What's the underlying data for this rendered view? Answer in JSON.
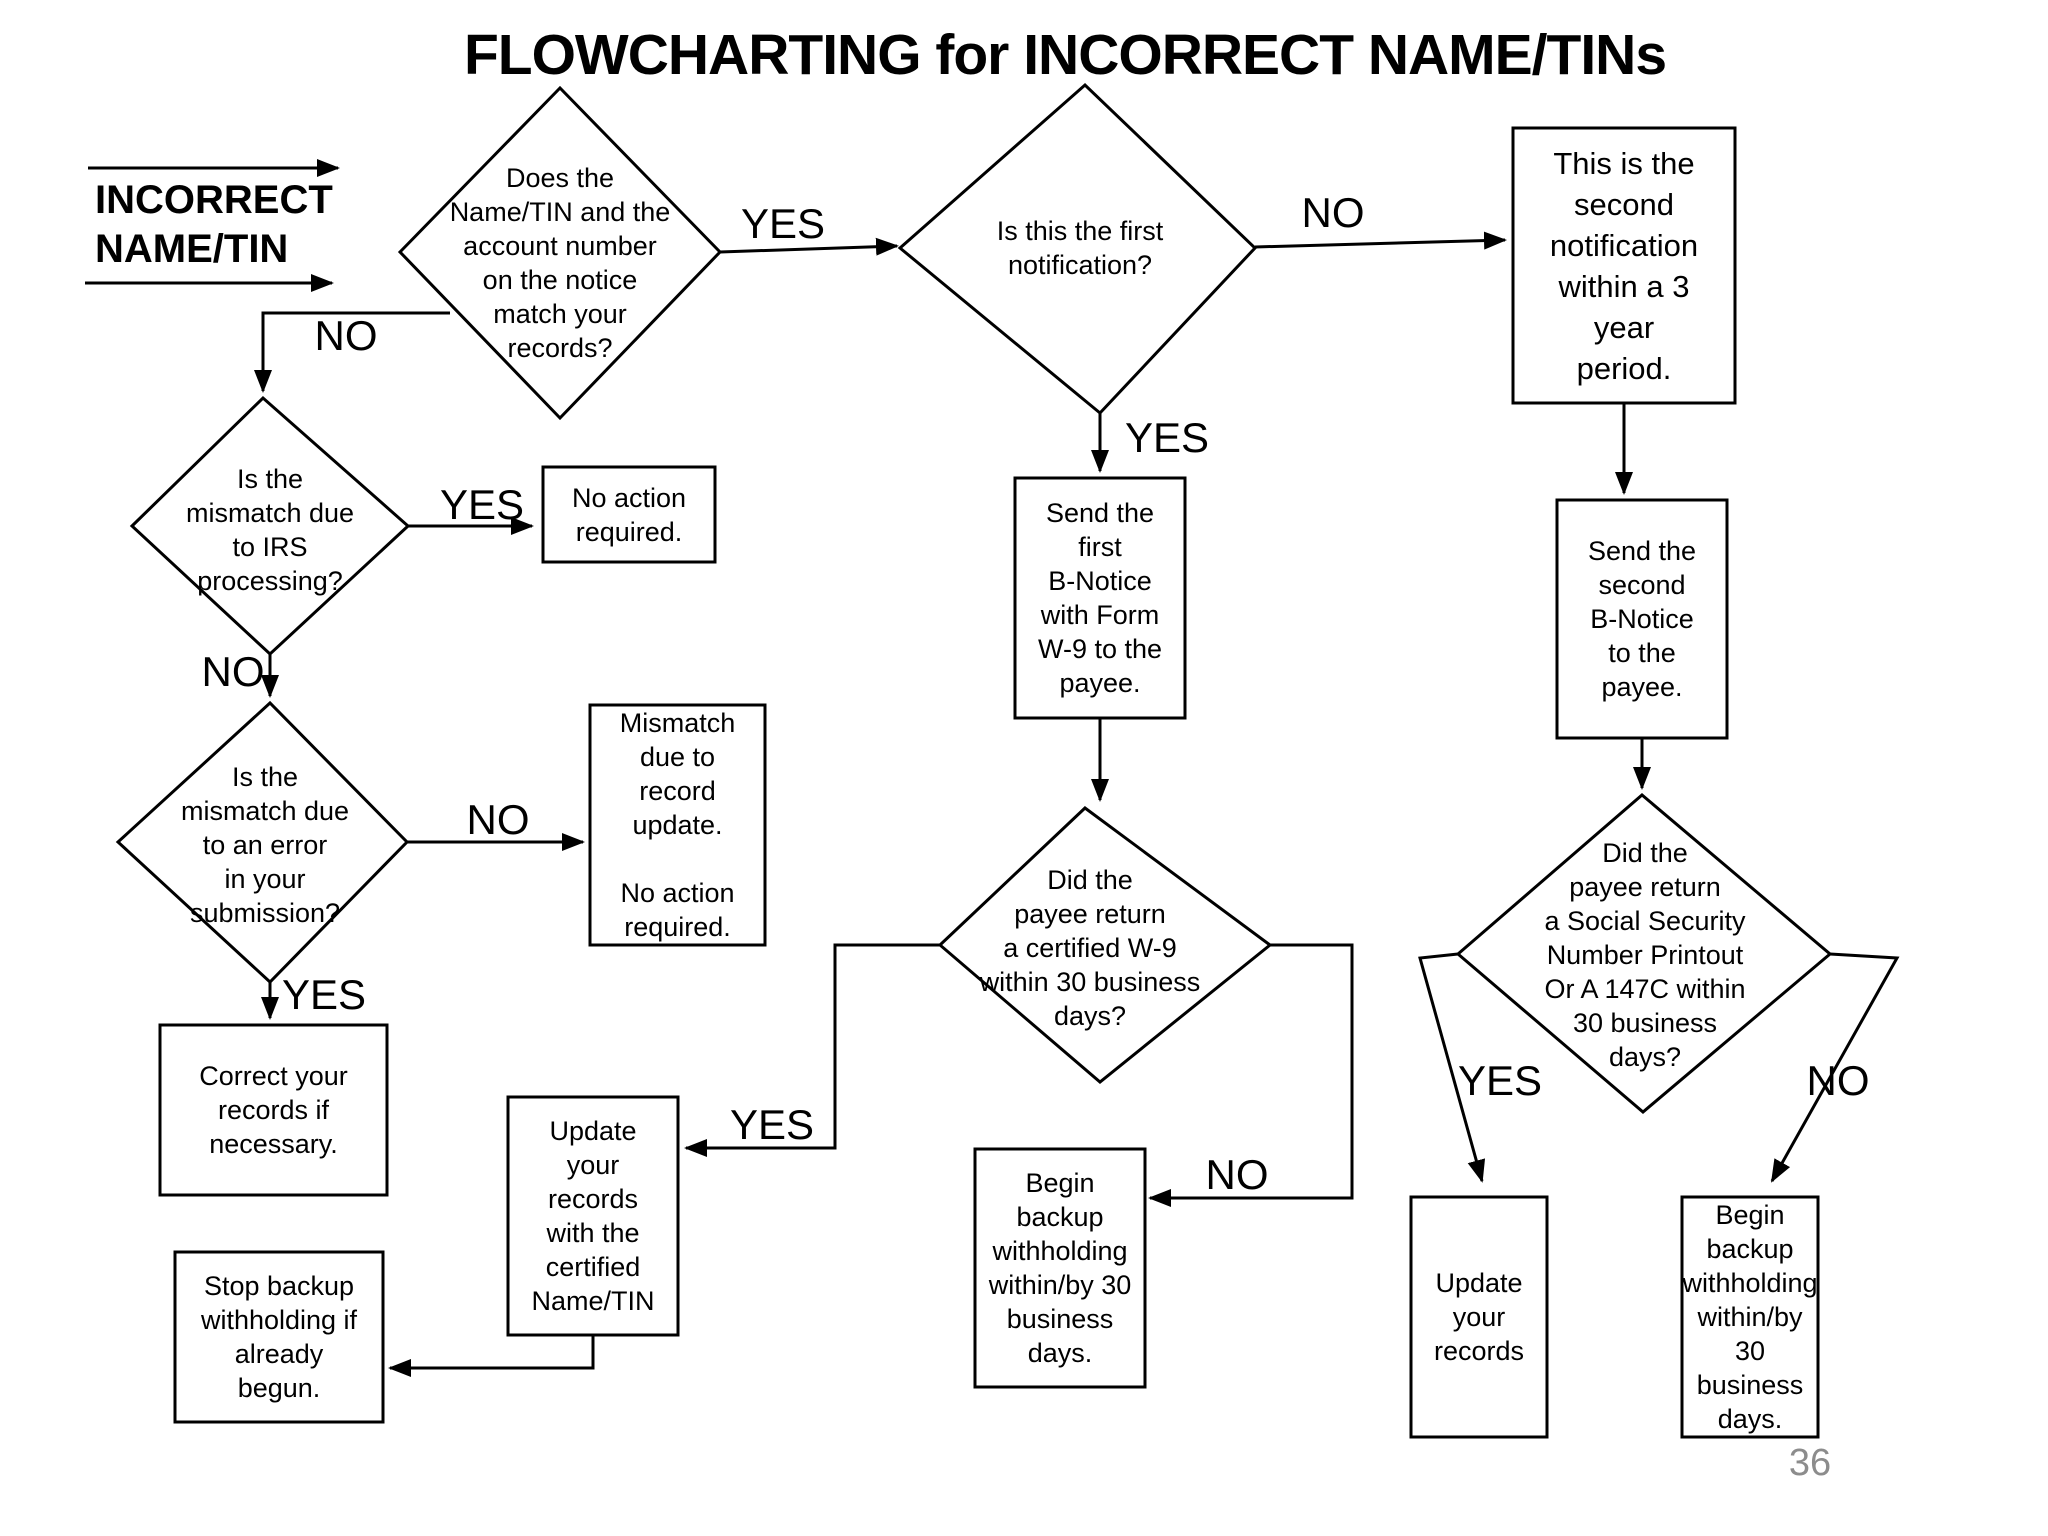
{
  "slide": {
    "title": "FLOWCHARTING for INCORRECT NAME/TINs",
    "page_number": "36"
  },
  "start": {
    "label": "INCORRECT\nNAME/TIN"
  },
  "edge_labels": {
    "yes": "YES",
    "no": "NO"
  },
  "nodes": {
    "does_match": {
      "type": "decision",
      "text": "Does the\nName/TIN and the\naccount number\non the notice\nmatch your\nrecords?"
    },
    "first_notification": {
      "type": "decision",
      "text": "Is this the first\nnotification?"
    },
    "second_notification": {
      "type": "process",
      "text": "This is the\nsecond\nnotification\nwithin a 3\nyear\nperiod."
    },
    "send_first_bnotice": {
      "type": "process",
      "text": "Send the\nfirst\nB-Notice\nwith Form\nW-9 to the\npayee."
    },
    "send_second_bnotice": {
      "type": "process",
      "text": "Send the\nsecond\nB-Notice\nto the\npayee."
    },
    "mismatch_irs": {
      "type": "decision",
      "text": "Is the\nmismatch due\nto IRS\nprocessing?"
    },
    "no_action": {
      "type": "process",
      "text": "No action\nrequired."
    },
    "mismatch_error": {
      "type": "decision",
      "text": "Is the\nmismatch due\nto an error\nin your\nsubmission?"
    },
    "mismatch_record_update": {
      "type": "process",
      "text": "Mismatch\ndue to\nrecord\nupdate.\n\nNo action\nrequired."
    },
    "correct_records": {
      "type": "process",
      "text": "Correct your\nrecords if\nnecessary."
    },
    "update_records_certified": {
      "type": "process",
      "text": "Update\nyour\nrecords\nwith the\ncertified\nName/TIN"
    },
    "stop_backup": {
      "type": "process",
      "text": "Stop backup\nwithholding if\nalready\nbegun."
    },
    "returned_w9": {
      "type": "decision",
      "text": "Did the\npayee return\na certified W-9\nwithin 30 business\ndays?"
    },
    "begin_backup_middle": {
      "type": "process",
      "text": "Begin\nbackup\nwithholding\nwithin/by 30\nbusiness\ndays."
    },
    "returned_ssn": {
      "type": "decision",
      "text": "Did the\npayee return\na Social Security\nNumber Printout\nOr A 147C within\n30 business\ndays?"
    },
    "update_records": {
      "type": "process",
      "text": "Update\nyour\nrecords"
    },
    "begin_backup_right": {
      "type": "process",
      "text": "Begin\nbackup\nwithholding\nwithin/by 30\nbusiness\ndays."
    }
  }
}
